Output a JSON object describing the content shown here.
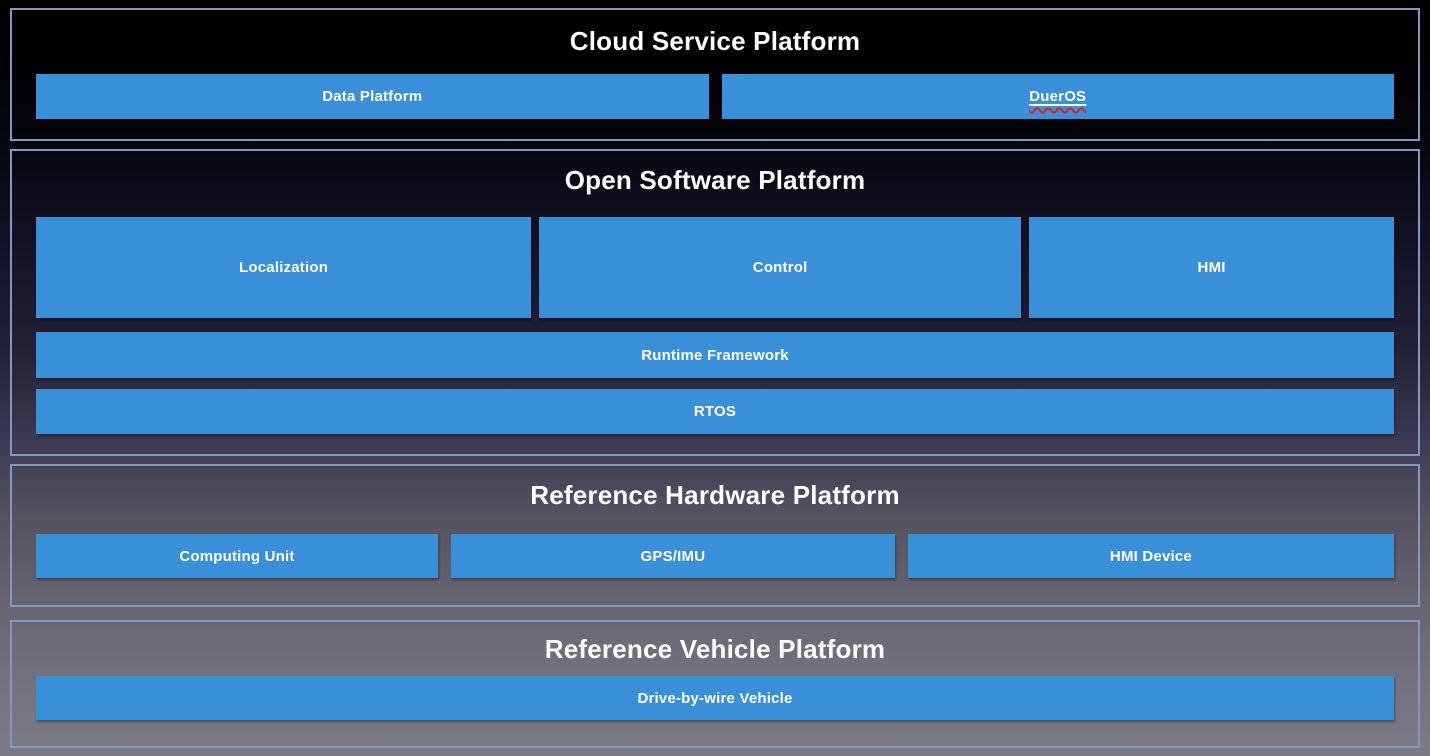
{
  "colors": {
    "box_blue": "#3990d9",
    "section_border": "#8299bf",
    "title_text": "#ffffff",
    "box_text": "#ffffff",
    "spellcheck_red": "#e02020"
  },
  "sections": {
    "cloud": {
      "title": "Cloud Service Platform",
      "boxes": {
        "data_platform": "Data Platform",
        "dueros": "DuerOS"
      }
    },
    "software": {
      "title": "Open Software Platform",
      "boxes": {
        "localization": "Localization",
        "control": "Control",
        "hmi": "HMI",
        "runtime_framework": "Runtime Framework",
        "rtos": "RTOS"
      }
    },
    "hardware": {
      "title": "Reference Hardware Platform",
      "boxes": {
        "computing_unit": "Computing Unit",
        "gps_imu": "GPS/IMU",
        "hmi_device": "HMI Device"
      }
    },
    "vehicle": {
      "title": "Reference Vehicle Platform",
      "boxes": {
        "drive_by_wire": "Drive-by-wire Vehicle"
      }
    }
  }
}
